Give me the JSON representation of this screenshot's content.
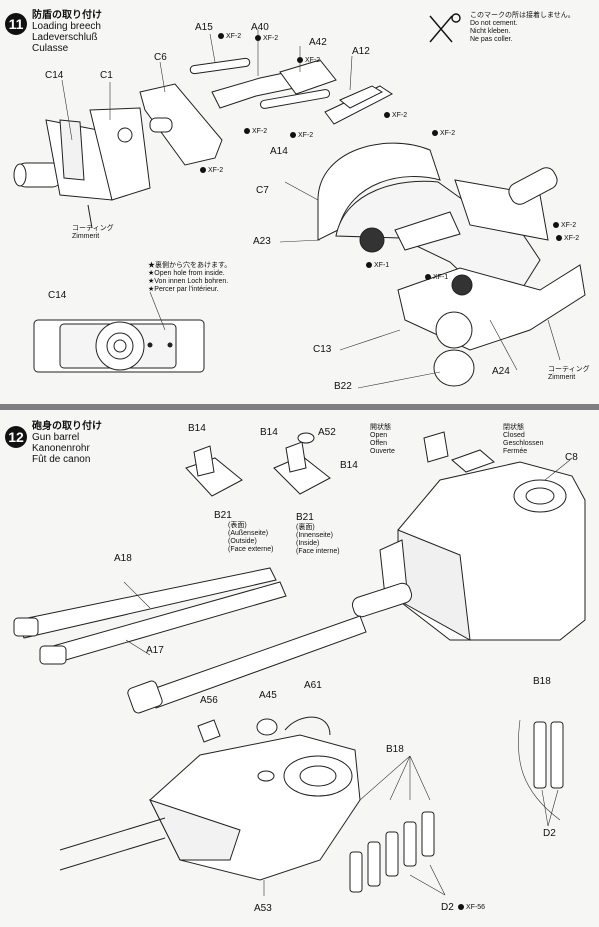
{
  "step11": {
    "number": "11",
    "title_jp": "防盾の取り付け",
    "title_en": "Loading breech",
    "title_de": "Ladeverschluß",
    "title_fr": "Culasse",
    "parts": {
      "c14_a": "C14",
      "c1": "C1",
      "c6": "C6",
      "a15": "A15",
      "a40": "A40",
      "a42": "A42",
      "a12": "A12",
      "a14": "A14",
      "c7": "C7",
      "a23": "A23",
      "c13": "C13",
      "b22": "B22",
      "a24": "A24",
      "c14_b": "C14"
    },
    "glue": {
      "xf2_1": "XF-2",
      "xf2_2": "XF-2",
      "xf2_3": "XF-2",
      "xf2_4": "XF-2",
      "xf2_5": "XF-2",
      "xf2_6": "XF-2",
      "xf2_7": "XF-2",
      "xf2_8": "XF-2",
      "xf2_9": "XF-2",
      "xf2_10": "XF-2",
      "xf1_a": "XF-1",
      "xf1_b": "XF-1"
    },
    "zimmerit_left": {
      "jp": "コーティング",
      "de": "Zimmerit"
    },
    "zimmerit_right": {
      "jp": "コーティング",
      "de": "Zimmerit"
    },
    "open_hole": {
      "jp": "★裏側から穴をあけます。",
      "en": "★Open hole from inside.",
      "de": "★Von innen Loch bohren.",
      "fr": "★Percer par l'intérieur."
    },
    "no_glue": {
      "jp": "このマークの所は接着しません。",
      "en": "Do not cement.",
      "de": "Nicht kleben.",
      "fr": "Ne pas coller."
    }
  },
  "step12": {
    "number": "12",
    "title_jp": "砲身の取り付け",
    "title_en": "Gun barrel",
    "title_de": "Kanonenrohr",
    "title_fr": "Fût de canon",
    "parts": {
      "b14_a": "B14",
      "b14_b": "B14",
      "b14_c": "B14",
      "a52": "A52",
      "c8": "C8",
      "b21_a": "B21",
      "b21_b": "B21",
      "a18": "A18",
      "a17": "A17",
      "a56": "A56",
      "a45": "A45",
      "a61": "A61",
      "b18_a": "B18",
      "b18_b": "B18",
      "d2_a": "D2",
      "d2_b": "D2",
      "a53": "A53"
    },
    "outside": {
      "jp": "(表面)",
      "de": "(Außenseite)",
      "en": "(Outside)",
      "fr": "(Face externe)"
    },
    "inside": {
      "jp": "(裏面)",
      "de": "(Innenseite)",
      "en": "(Inside)",
      "fr": "(Face interne)"
    },
    "open": {
      "jp": "開状態",
      "en": "Open",
      "de": "Offen",
      "fr": "Ouverte"
    },
    "closed": {
      "jp": "閉状態",
      "en": "Closed",
      "de": "Geschlossen",
      "fr": "Fermée"
    },
    "xf56": "XF-56"
  }
}
